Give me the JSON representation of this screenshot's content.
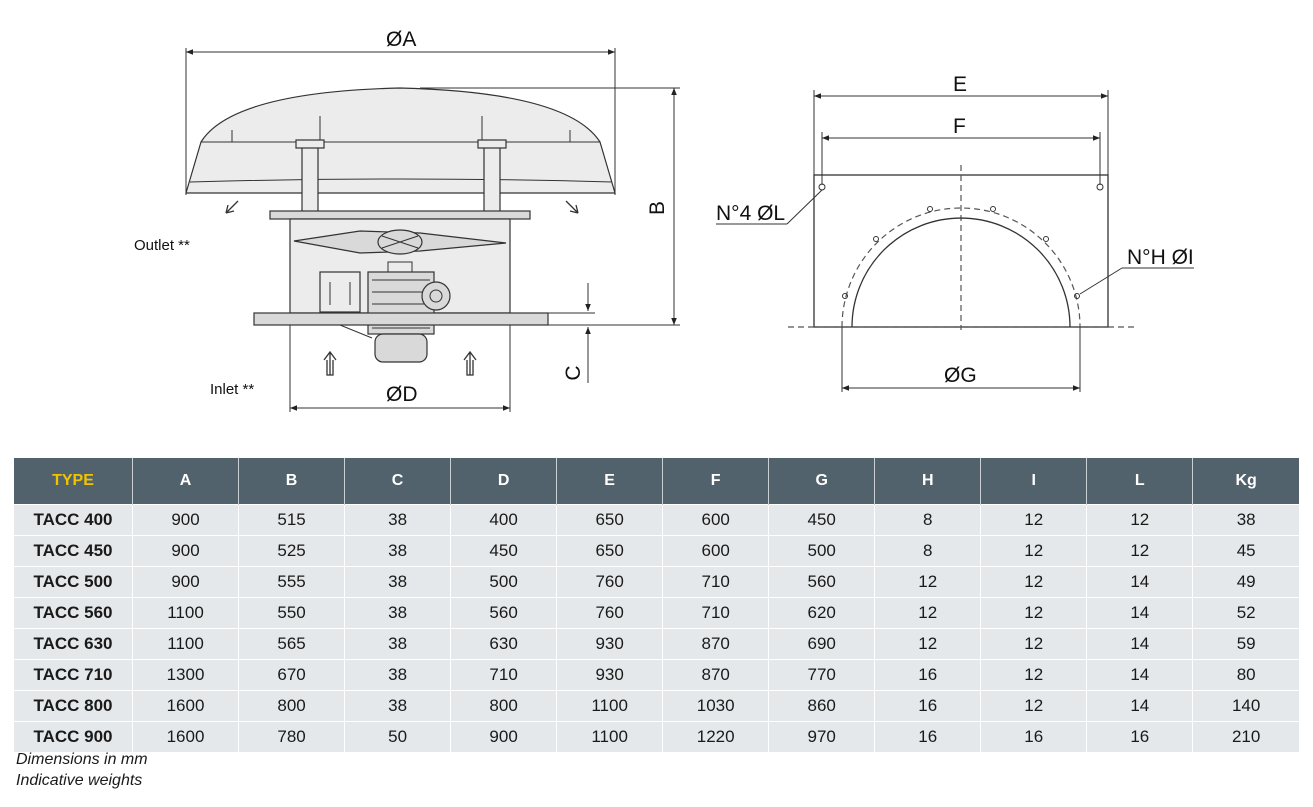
{
  "drawing": {
    "labels": {
      "dim_a": "ØA",
      "dim_b": "B",
      "dim_c": "C",
      "dim_d": "ØD",
      "dim_e": "E",
      "dim_f": "F",
      "dim_g": "ØG",
      "holes_l": "N°4 ØL",
      "holes_i": "N°H ØI",
      "outlet": "Outlet **",
      "inlet": "Inlet **"
    }
  },
  "table": {
    "headers": [
      "TYPE",
      "A",
      "B",
      "C",
      "D",
      "E",
      "F",
      "G",
      "H",
      "I",
      "L",
      "Kg"
    ],
    "rows": [
      [
        "TACC 400",
        "900",
        "515",
        "38",
        "400",
        "650",
        "600",
        "450",
        "8",
        "12",
        "12",
        "38"
      ],
      [
        "TACC 450",
        "900",
        "525",
        "38",
        "450",
        "650",
        "600",
        "500",
        "8",
        "12",
        "12",
        "45"
      ],
      [
        "TACC 500",
        "900",
        "555",
        "38",
        "500",
        "760",
        "710",
        "560",
        "12",
        "12",
        "14",
        "49"
      ],
      [
        "TACC 560",
        "1100",
        "550",
        "38",
        "560",
        "760",
        "710",
        "620",
        "12",
        "12",
        "14",
        "52"
      ],
      [
        "TACC 630",
        "1100",
        "565",
        "38",
        "630",
        "930",
        "870",
        "690",
        "12",
        "12",
        "14",
        "59"
      ],
      [
        "TACC 710",
        "1300",
        "670",
        "38",
        "710",
        "930",
        "870",
        "770",
        "16",
        "12",
        "14",
        "80"
      ],
      [
        "TACC 800",
        "1600",
        "800",
        "38",
        "800",
        "1100",
        "1030",
        "860",
        "16",
        "12",
        "14",
        "140"
      ],
      [
        "TACC 900",
        "1600",
        "780",
        "50",
        "900",
        "1100",
        "1220",
        "970",
        "16",
        "16",
        "16",
        "210"
      ]
    ]
  },
  "footnotes": {
    "line1": "Dimensions in mm",
    "line2": "Indicative weights"
  }
}
